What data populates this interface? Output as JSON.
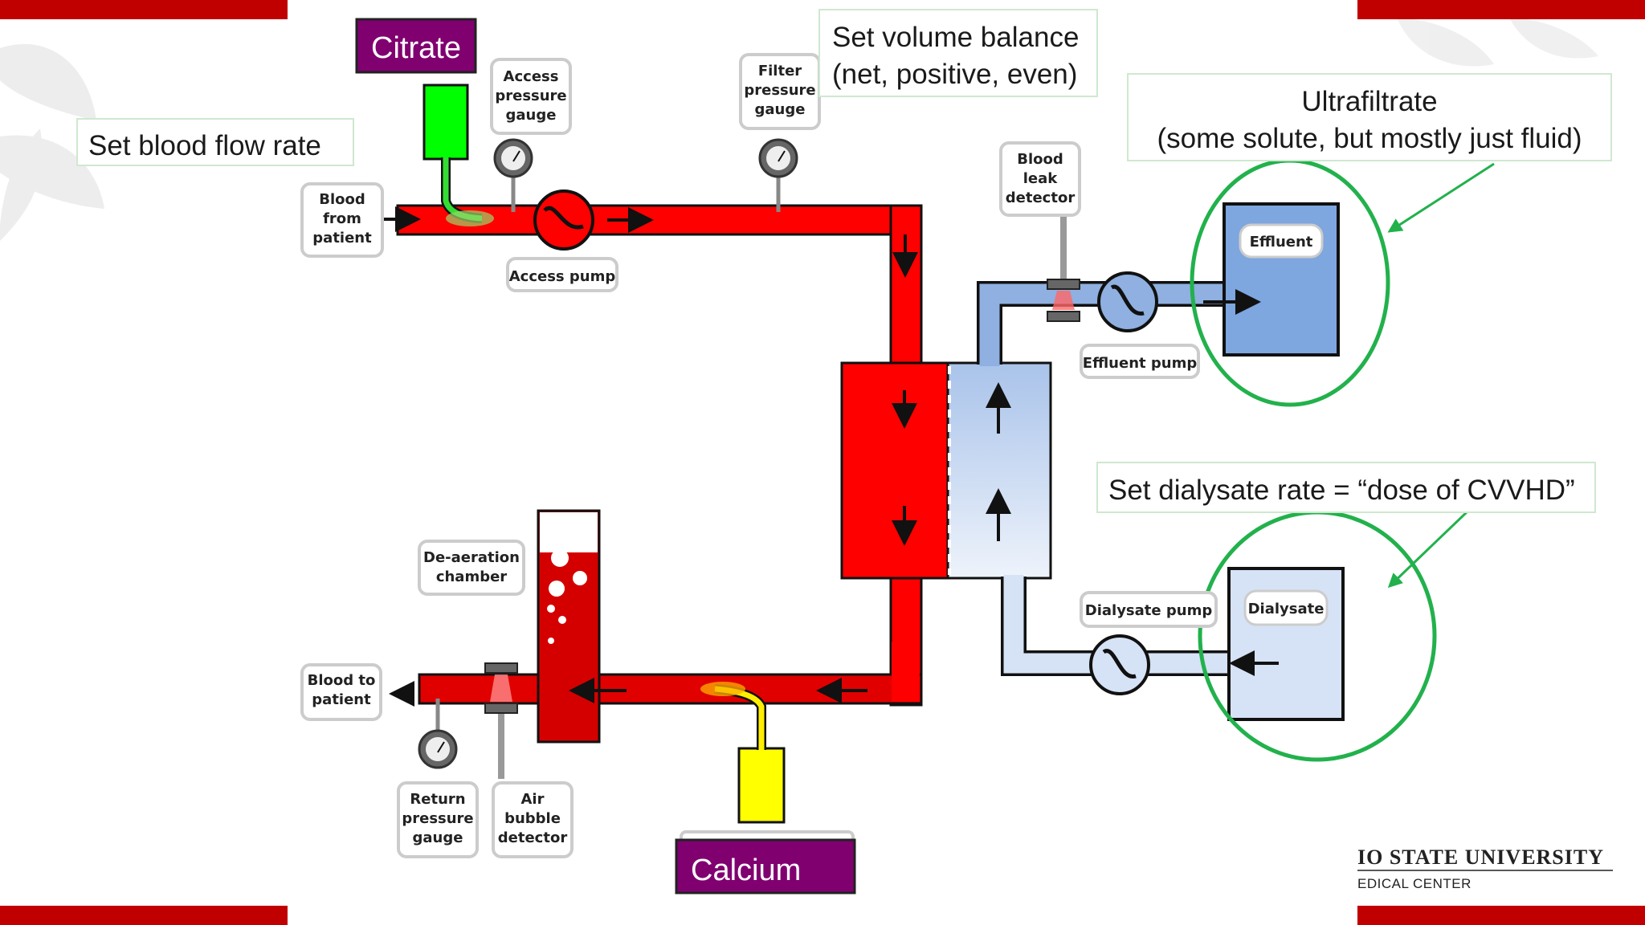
{
  "colors": {
    "accent_red": "#c00000",
    "blood": "#ff0000",
    "blood_dark": "#d40000",
    "dialysate_blue": "#8fb0e0",
    "effluent_fill": "#7ea6df",
    "dialysate_fill": "#d6e2f5",
    "highlight_green": "#22b14c",
    "tag_purple": "#800070",
    "citrate_green": "#00ff00",
    "calcium_yellow": "#ffff00"
  },
  "labels": {
    "blood_from_patient": [
      "Blood",
      "from",
      "patient"
    ],
    "access_pressure_gauge": [
      "Access",
      "pressure",
      "gauge"
    ],
    "access_pump": "Access pump",
    "filter_pressure_gauge": [
      "Filter",
      "pressure",
      "gauge"
    ],
    "blood_leak_detector": [
      "Blood",
      "leak",
      "detector"
    ],
    "effluent_pump": "Effluent pump",
    "effluent": "Effluent",
    "dialysate_pump": "Dialysate pump",
    "dialysate": "Dialysate",
    "deaeration_chamber": [
      "De-aeration",
      "chamber"
    ],
    "blood_to_patient": [
      "Blood to",
      "patient"
    ],
    "return_pressure_gauge": [
      "Return",
      "pressure",
      "gauge"
    ],
    "air_bubble_detector": [
      "Air",
      "bubble",
      "detector"
    ]
  },
  "annotations": {
    "blood_flow_rate": "Set blood flow rate",
    "volume_balance": [
      "Set volume balance",
      "(net, positive, even)"
    ],
    "ultrafiltrate": [
      "Ultrafiltrate",
      "(some solute, but mostly just fluid)"
    ],
    "dialysate_rate": "Set dialysate rate = “dose of CVVHD”"
  },
  "tags": {
    "citrate": "Citrate",
    "calcium": "Calcium"
  },
  "logo": {
    "line1": "IO STATE UNIVERSITY",
    "line2": "EDICAL CENTER"
  }
}
